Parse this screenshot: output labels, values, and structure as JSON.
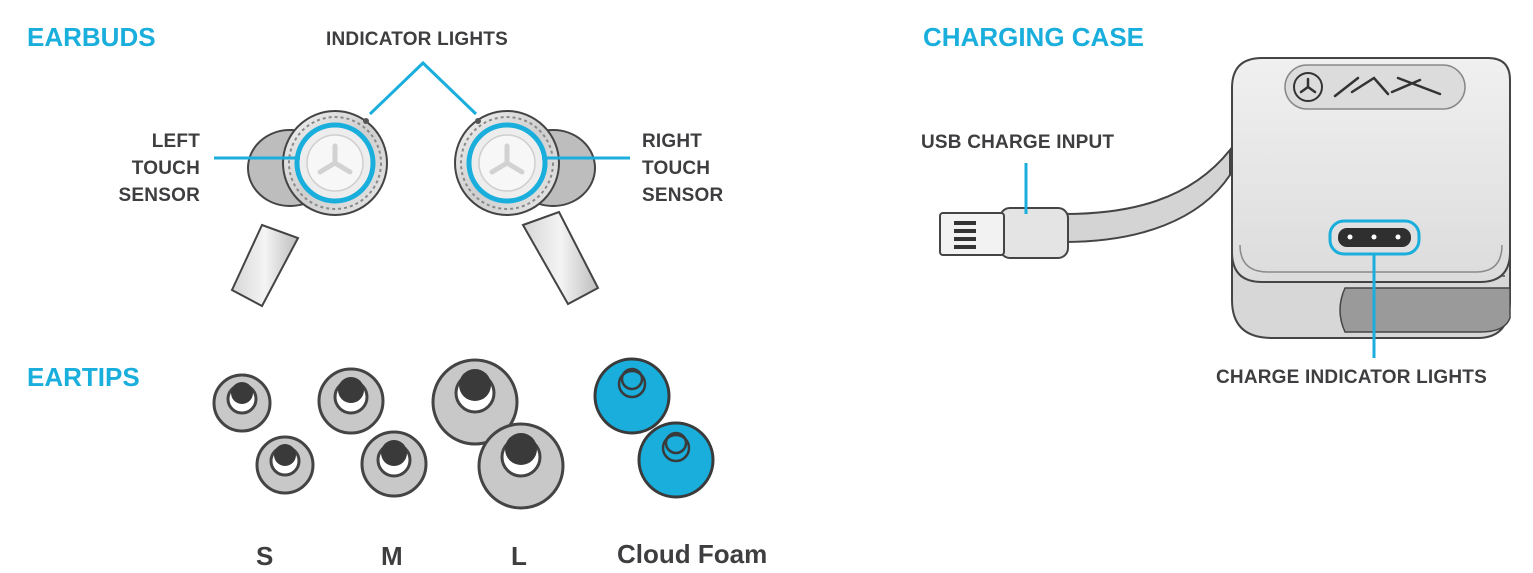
{
  "colors": {
    "accent": "#19aedc",
    "text": "#3e3e40",
    "outline": "#444444",
    "tip_gray": "#c8c8c8",
    "foam_blue": "#19aedc"
  },
  "sections": {
    "earbuds": "EARBUDS",
    "eartips": "EARTIPS",
    "charging_case": "CHARGING CASE"
  },
  "earbuds": {
    "indicator_lights": "INDICATOR LIGHTS",
    "left_sensor": [
      "LEFT",
      "TOUCH",
      "SENSOR"
    ],
    "right_sensor": [
      "RIGHT",
      "TOUCH",
      "SENSOR"
    ],
    "logo_icon": "jlab-logo-icon"
  },
  "eartips": {
    "sizes": [
      "S",
      "M",
      "L",
      "Cloud Foam"
    ]
  },
  "charging_case": {
    "usb_label": "USB CHARGE INPUT",
    "charge_lights_label": "CHARGE INDICATOR LIGHTS",
    "logo_icon": "jlab-logo-icon"
  }
}
